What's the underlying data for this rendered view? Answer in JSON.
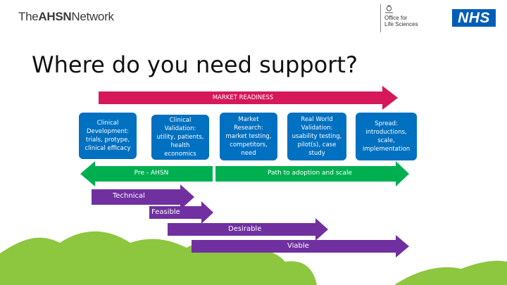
{
  "logos": {
    "ahsn_prefix": "The",
    "ahsn_bold": "AHSN",
    "ahsn_suffix": "Network",
    "ols": "Office for\nLife Sciences",
    "nhs": "NHS"
  },
  "title": "Where do you need support?",
  "market_readiness": {
    "label": "MARKET READINESS",
    "color": "#d6175a"
  },
  "boxes": [
    {
      "text": "Clinical\nDevelopment:\ntrials, protype,\nclinical efficacy"
    },
    {
      "text": "Clinical\nValidation:\nutility, patients,\nhealth\neconomics"
    },
    {
      "text": "Market\nResearch:\nmarket testing,\ncompetitors,\nneed"
    },
    {
      "text": "Real World\nValidation:\nusability testing,\npilot(s), case\nstudy"
    },
    {
      "text": "Spread:\nintroductions,\nscale,\nimplementation"
    }
  ],
  "box_color": "#0070c0",
  "pre_ahsn": {
    "label": "Pre - AHSN",
    "color": "#00b050"
  },
  "path_to_adoption": {
    "label": "Path to adoption and scale",
    "color": "#00b050"
  },
  "stages": [
    {
      "label": "Technical"
    },
    {
      "label": "Feasible"
    },
    {
      "label": "Desirable"
    },
    {
      "label": "Viable"
    }
  ],
  "stage_color": "#7030a0",
  "hills_color": "#8dc63f"
}
